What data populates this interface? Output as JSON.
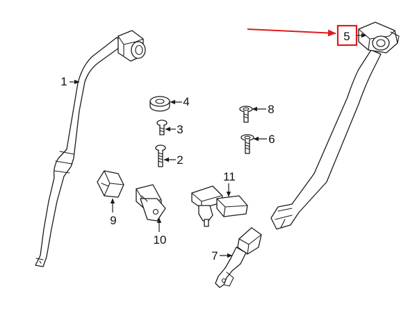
{
  "callouts": {
    "c1": "1",
    "c2": "2",
    "c3": "3",
    "c4": "4",
    "c5": "5",
    "c6": "6",
    "c7": "7",
    "c8": "8",
    "c9": "9",
    "c10": "10",
    "c11": "11"
  },
  "highlight": {
    "target_callout": "5",
    "color": "#e0191d"
  },
  "colors": {
    "line": "#1a1a1a",
    "background": "#ffffff",
    "highlight": "#e0191d"
  }
}
